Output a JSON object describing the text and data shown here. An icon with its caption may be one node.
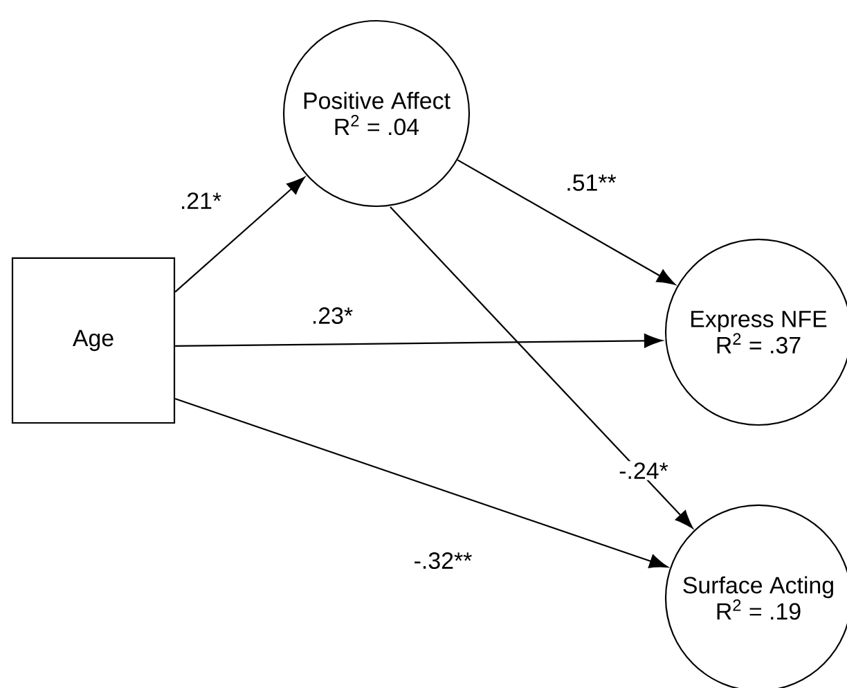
{
  "diagram": {
    "nodes": [
      {
        "text": [
          "Age"
        ]
      },
      {
        "text": [
          "Positive Affect",
          "R$^{2}$ = .04"
        ]
      },
      {
        "text": [
          "Express NFE",
          "R$^{2}$ = .37"
        ]
      },
      {
        "text": [
          "Surface Acting",
          "R$^{2}$ = .19"
        ]
      }
    ],
    "edges": [
      {
        "from": 0,
        "to": 1,
        "arrow": "to",
        "label": ".21*"
      },
      {
        "from": 1,
        "to": 2,
        "arrow": "to",
        "label": ".51**"
      },
      {
        "from": 0,
        "to": 2,
        "arrow": "to",
        "label": ".23*"
      },
      {
        "from": 1,
        "to": 3,
        "arrow": "to",
        "label": "-.24*"
      },
      {
        "from": 0,
        "to": 3,
        "arrow": "to",
        "label": "-.32**"
      }
    ]
  }
}
